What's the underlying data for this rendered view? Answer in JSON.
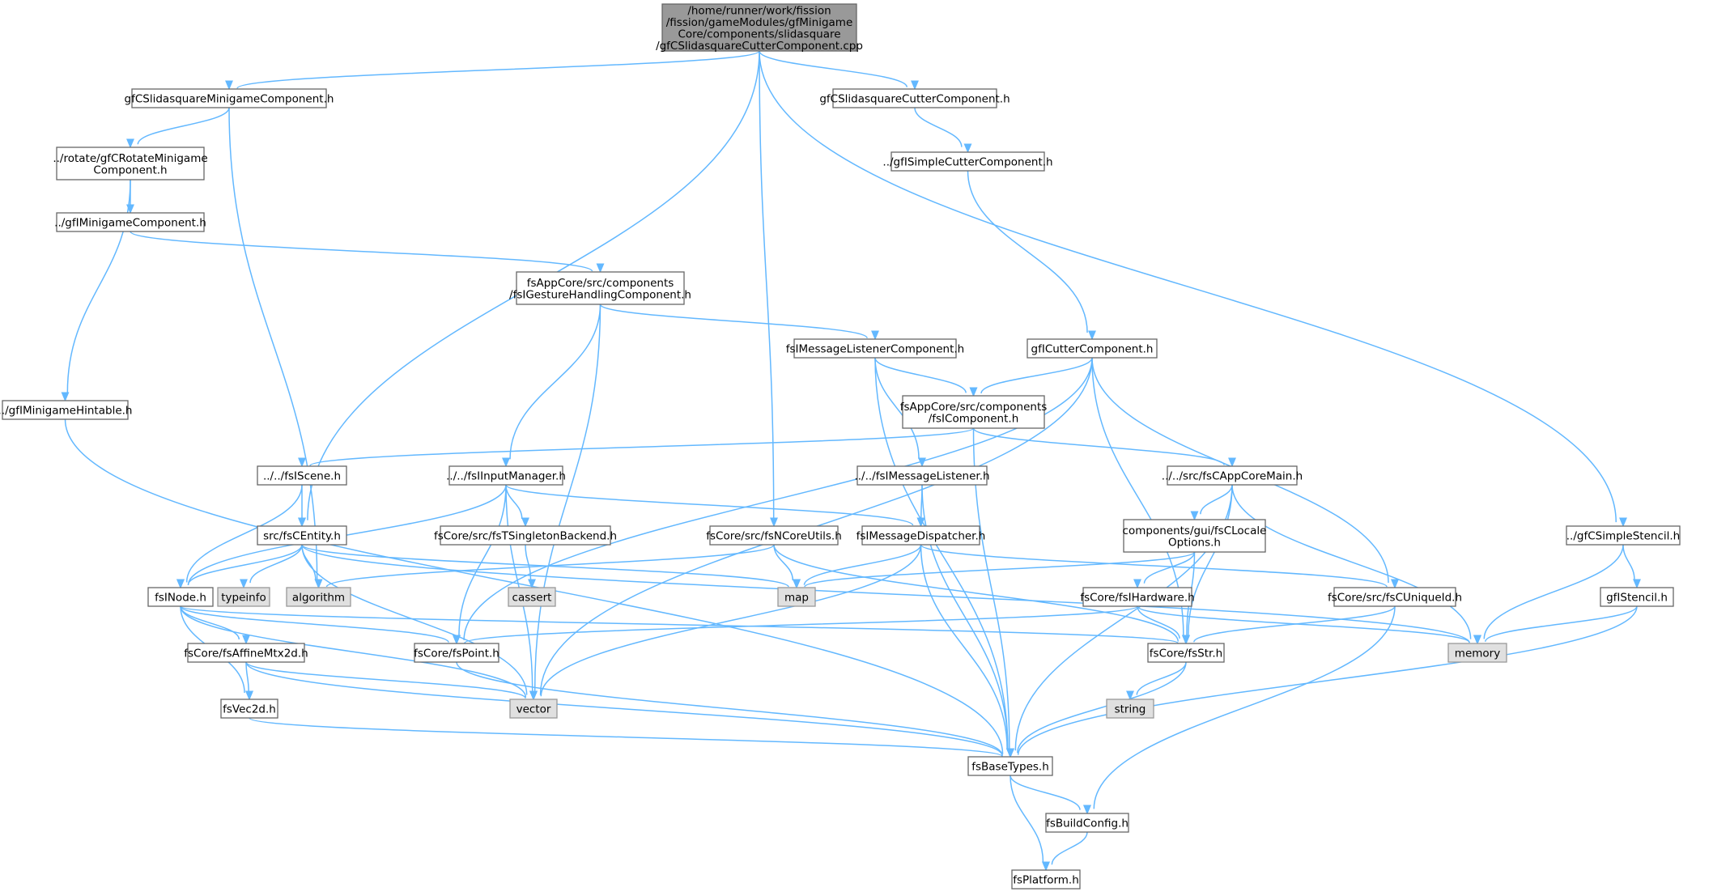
{
  "colors": {
    "edge": "#63b8ff",
    "node_fill": "#ffffff",
    "node_border": "#666666",
    "system_fill": "#e0e0e0",
    "system_border": "#999999",
    "root_fill": "#999999"
  },
  "nodes": {
    "root": {
      "lines": [
        "/home/runner/work/fission",
        "/fission/gameModules/gfMinigame",
        "Core/components/slidasquare",
        "/gfCSlidasquareCutterComponent.cpp"
      ],
      "kind": "root"
    },
    "minigameComp": {
      "lines": [
        "gfCSlidasquareMinigameComponent.h"
      ],
      "kind": "file"
    },
    "cutterCompH": {
      "lines": [
        "gfCSlidasquareCutterComponent.h"
      ],
      "kind": "file"
    },
    "rotate": {
      "lines": [
        "../rotate/gfCRotateMinigame",
        "Component.h"
      ],
      "kind": "file"
    },
    "iMinigameComp": {
      "lines": [
        "../gfIMinigameComponent.h"
      ],
      "kind": "file"
    },
    "simpleCutter": {
      "lines": [
        "../gfISimpleCutterComponent.h"
      ],
      "kind": "file"
    },
    "gesture": {
      "lines": [
        "fsAppCore/src/components",
        "/fsIGestureHandlingComponent.h"
      ],
      "kind": "file"
    },
    "msgListenerComp": {
      "lines": [
        "fsIMessageListenerComponent.h"
      ],
      "kind": "file"
    },
    "iCutter": {
      "lines": [
        "gfICutterComponent.h"
      ],
      "kind": "file"
    },
    "iComponent": {
      "lines": [
        "fsAppCore/src/components",
        "/fsIComponent.h"
      ],
      "kind": "file"
    },
    "hintable": {
      "lines": [
        "../gfIMinigameHintable.h"
      ],
      "kind": "file"
    },
    "iScene": {
      "lines": [
        "../../fsIScene.h"
      ],
      "kind": "file"
    },
    "inputMgr": {
      "lines": [
        "../../fsIInputManager.h"
      ],
      "kind": "file"
    },
    "msgListener": {
      "lines": [
        "../../fsIMessageListener.h"
      ],
      "kind": "file"
    },
    "appCoreMain": {
      "lines": [
        "../../src/fsCAppCoreMain.h"
      ],
      "kind": "file"
    },
    "cEntity": {
      "lines": [
        "src/fsCEntity.h"
      ],
      "kind": "file"
    },
    "singleton": {
      "lines": [
        "fsCore/src/fsTSingletonBackend.h"
      ],
      "kind": "file"
    },
    "ncoreUtils": {
      "lines": [
        "fsCore/src/fsNCoreUtils.h"
      ],
      "kind": "file"
    },
    "msgDispatcher": {
      "lines": [
        "fsIMessageDispatcher.h"
      ],
      "kind": "file"
    },
    "localeOpts": {
      "lines": [
        "components/gui/fsCLocale",
        "Options.h"
      ],
      "kind": "file"
    },
    "simpleStencil": {
      "lines": [
        "../gfCSimpleStencil.h"
      ],
      "kind": "file"
    },
    "iNode": {
      "lines": [
        "fsINode.h"
      ],
      "kind": "file"
    },
    "typeinfo": {
      "lines": [
        "typeinfo"
      ],
      "kind": "system"
    },
    "algorithm": {
      "lines": [
        "algorithm"
      ],
      "kind": "system"
    },
    "cassert": {
      "lines": [
        "cassert"
      ],
      "kind": "system"
    },
    "map": {
      "lines": [
        "map"
      ],
      "kind": "system"
    },
    "hardware": {
      "lines": [
        "fsCore/fsIHardware.h"
      ],
      "kind": "file"
    },
    "uniqueId": {
      "lines": [
        "fsCore/src/fsCUniqueId.h"
      ],
      "kind": "file"
    },
    "iStencil": {
      "lines": [
        "gfIStencil.h"
      ],
      "kind": "file"
    },
    "affine": {
      "lines": [
        "fsCore/fsAffineMtx2d.h"
      ],
      "kind": "file"
    },
    "point": {
      "lines": [
        "fsCore/fsPoint.h"
      ],
      "kind": "file"
    },
    "str": {
      "lines": [
        "fsCore/fsStr.h"
      ],
      "kind": "file"
    },
    "memory": {
      "lines": [
        "memory"
      ],
      "kind": "system"
    },
    "vec2d": {
      "lines": [
        "fsVec2d.h"
      ],
      "kind": "file"
    },
    "vector": {
      "lines": [
        "vector"
      ],
      "kind": "system"
    },
    "string": {
      "lines": [
        "string"
      ],
      "kind": "system"
    },
    "baseTypes": {
      "lines": [
        "fsBaseTypes.h"
      ],
      "kind": "file"
    },
    "buildConfig": {
      "lines": [
        "fsBuildConfig.h"
      ],
      "kind": "file"
    },
    "platform": {
      "lines": [
        "fsPlatform.h"
      ],
      "kind": "file"
    }
  },
  "edges": [
    [
      "root",
      "minigameComp"
    ],
    [
      "root",
      "cEntity"
    ],
    [
      "root",
      "ncoreUtils"
    ],
    [
      "root",
      "cutterCompH"
    ],
    [
      "root",
      "simpleStencil"
    ],
    [
      "minigameComp",
      "rotate"
    ],
    [
      "minigameComp",
      "algorithm"
    ],
    [
      "rotate",
      "iMinigameComp"
    ],
    [
      "rotate",
      "hintable"
    ],
    [
      "iMinigameComp",
      "gesture"
    ],
    [
      "gesture",
      "msgListenerComp"
    ],
    [
      "gesture",
      "inputMgr"
    ],
    [
      "gesture",
      "vector"
    ],
    [
      "hintable",
      "baseTypes"
    ],
    [
      "cutterCompH",
      "simpleCutter"
    ],
    [
      "simpleCutter",
      "iCutter"
    ],
    [
      "iCutter",
      "iComponent"
    ],
    [
      "iCutter",
      "point"
    ],
    [
      "iCutter",
      "vector"
    ],
    [
      "iCutter",
      "str"
    ],
    [
      "iCutter",
      "uniqueId"
    ],
    [
      "msgListenerComp",
      "iComponent"
    ],
    [
      "msgListenerComp",
      "msgListener"
    ],
    [
      "msgListenerComp",
      "baseTypes"
    ],
    [
      "iComponent",
      "iScene"
    ],
    [
      "iComponent",
      "appCoreMain"
    ],
    [
      "iComponent",
      "baseTypes"
    ],
    [
      "iScene",
      "cEntity"
    ],
    [
      "iScene",
      "iNode"
    ],
    [
      "inputMgr",
      "iNode"
    ],
    [
      "inputMgr",
      "singleton"
    ],
    [
      "inputMgr",
      "msgDispatcher"
    ],
    [
      "inputMgr",
      "point"
    ],
    [
      "inputMgr",
      "vector"
    ],
    [
      "singleton",
      "cassert"
    ],
    [
      "msgListener",
      "msgDispatcher"
    ],
    [
      "msgListener",
      "baseTypes"
    ],
    [
      "msgDispatcher",
      "map"
    ],
    [
      "msgDispatcher",
      "vector"
    ],
    [
      "msgDispatcher",
      "uniqueId"
    ],
    [
      "msgDispatcher",
      "baseTypes"
    ],
    [
      "appCoreMain",
      "localeOpts"
    ],
    [
      "appCoreMain",
      "str"
    ],
    [
      "appCoreMain",
      "memory"
    ],
    [
      "appCoreMain",
      "baseTypes"
    ],
    [
      "localeOpts",
      "map"
    ],
    [
      "localeOpts",
      "hardware"
    ],
    [
      "localeOpts",
      "str"
    ],
    [
      "cEntity",
      "iNode"
    ],
    [
      "cEntity",
      "typeinfo"
    ],
    [
      "cEntity",
      "algorithm"
    ],
    [
      "cEntity",
      "map"
    ],
    [
      "cEntity",
      "memory"
    ],
    [
      "cEntity",
      "vector"
    ],
    [
      "ncoreUtils",
      "algorithm"
    ],
    [
      "ncoreUtils",
      "map"
    ],
    [
      "ncoreUtils",
      "str"
    ],
    [
      "iNode",
      "affine"
    ],
    [
      "iNode",
      "point"
    ],
    [
      "iNode",
      "vec2d"
    ],
    [
      "iNode",
      "vector"
    ],
    [
      "iNode",
      "str"
    ],
    [
      "affine",
      "vec2d"
    ],
    [
      "affine",
      "vector"
    ],
    [
      "affine",
      "baseTypes"
    ],
    [
      "point",
      "baseTypes"
    ],
    [
      "vec2d",
      "baseTypes"
    ],
    [
      "hardware",
      "point"
    ],
    [
      "hardware",
      "str"
    ],
    [
      "hardware",
      "memory"
    ],
    [
      "uniqueId",
      "str"
    ],
    [
      "uniqueId",
      "buildConfig"
    ],
    [
      "simpleStencil",
      "iStencil"
    ],
    [
      "simpleStencil",
      "memory"
    ],
    [
      "iStencil",
      "memory"
    ],
    [
      "iStencil",
      "baseTypes"
    ],
    [
      "str",
      "string"
    ],
    [
      "str",
      "baseTypes"
    ],
    [
      "baseTypes",
      "buildConfig"
    ],
    [
      "baseTypes",
      "platform"
    ],
    [
      "buildConfig",
      "platform"
    ]
  ]
}
